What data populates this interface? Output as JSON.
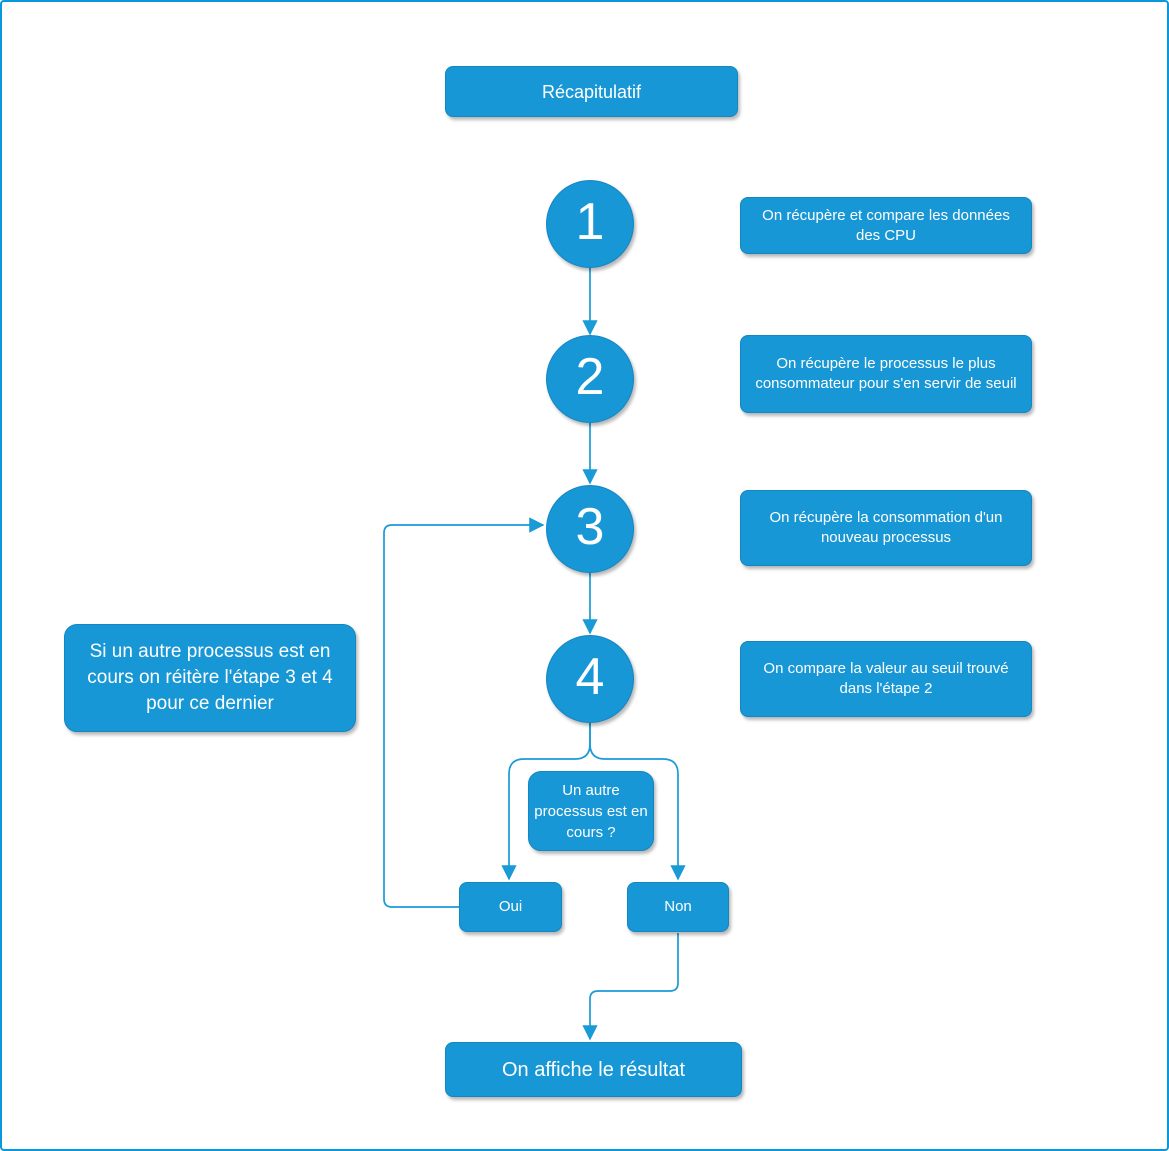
{
  "colors": {
    "primary_blue": "#1797D5",
    "connector_blue": "#1A9AD7",
    "frame_border_blue": "#0998DB",
    "text_white": "#FFFFFF"
  },
  "diagram": {
    "title": "Récapitulatif",
    "steps": [
      {
        "number": "1",
        "label": "On récupère et compare les données des CPU"
      },
      {
        "number": "2",
        "label": "On récupère le processus le plus consommateur pour s'en servir de seuil"
      },
      {
        "number": "3",
        "label": "On récupère la consommation d'un nouveau processus"
      },
      {
        "number": "4",
        "label": "On compare la valeur au seuil trouvé dans l'étape 2"
      }
    ],
    "side_note": "Si un autre processus est en cours on réitère l'étape 3 et 4 pour ce dernier",
    "decision": {
      "question": "Un autre processus est en cours ?",
      "yes_label": "Oui",
      "no_label": "Non"
    },
    "result": "On affiche le résultat"
  }
}
